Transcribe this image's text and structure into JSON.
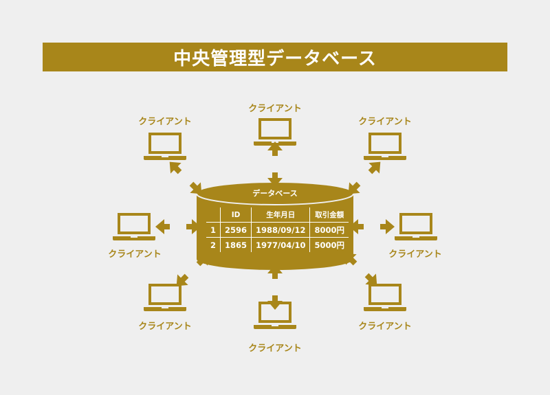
{
  "title": "中央管理型データベース",
  "client_label": "クライアント",
  "database": {
    "label": "データベース",
    "columns": [
      "",
      "ID",
      "生年月日",
      "取引金額"
    ],
    "rows": [
      [
        "1",
        "2596",
        "1988/09/12",
        "8000円"
      ],
      [
        "2",
        "1865",
        "1977/04/10",
        "5000円"
      ]
    ]
  },
  "colors": {
    "accent": "#a8861a",
    "background": "#efefef",
    "text_on_accent": "#ffffff"
  },
  "icons": {
    "client": "laptop-icon",
    "link": "bidirectional-arrow-icon",
    "server": "database-cylinder-icon"
  }
}
